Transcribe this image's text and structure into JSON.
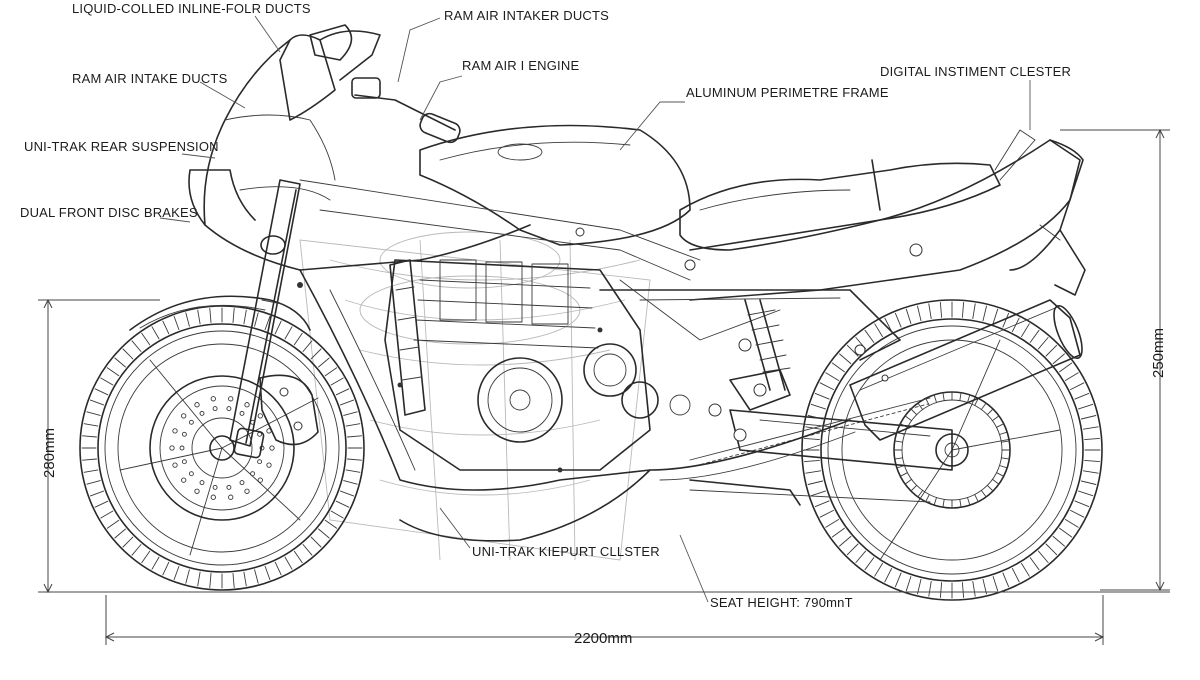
{
  "labels": {
    "l1": "LIQUID-COLLED INLINE-FOLR DUCTS",
    "l2": "RAM AIR INTAKER DUCTS",
    "l3": "RAM AIR INTAKE DUCTS",
    "l4": "RAM AIR I ENGINE",
    "l5": "ALUMINUM PERIMETRE FRAME",
    "l6": "DIGITAL INSTIMENT CLESTER",
    "l7": "UNI-TRAK REAR SUSPENSION",
    "l8": "DUAL FRONT DISC BRAKES",
    "l9": "UNI-TRAK KIEPURT CLLSTER",
    "l10": "SEAT HEIGHT: 790mnT"
  },
  "dimensions": {
    "height_left": "280mm",
    "height_right": "250mm",
    "length_bottom": "2200mm"
  }
}
